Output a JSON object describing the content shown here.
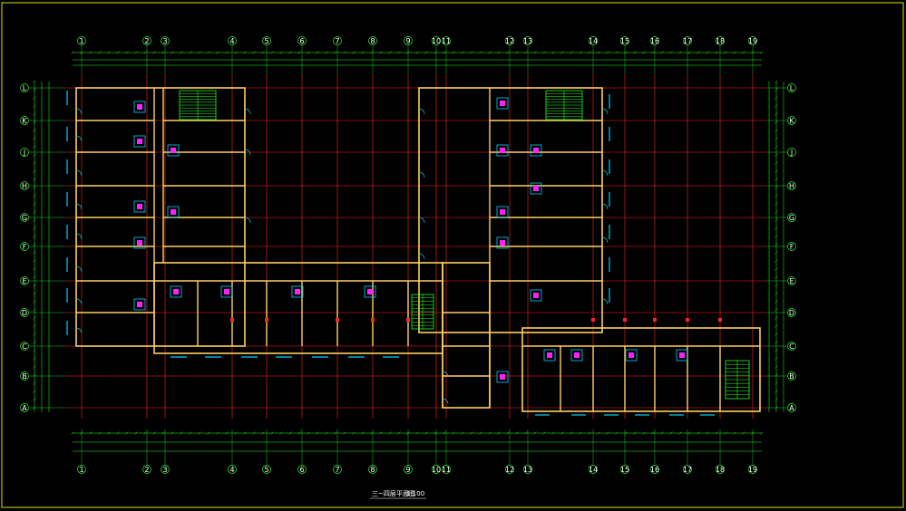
{
  "drawing": {
    "title": "三~四层平面图",
    "scale": "1:100",
    "colors": {
      "background": "#000000",
      "frame": "#e0e000",
      "axis_grid": "#ff2020",
      "walls": "#ffd060",
      "dimension": "#20ff20",
      "doors": "#00d0ff",
      "fixtures": "#ff20ff",
      "text": "#ffffff"
    },
    "column_axes": [
      "1",
      "2",
      "3",
      "4",
      "5",
      "6",
      "7",
      "8",
      "9",
      "10",
      "11",
      "12",
      "13",
      "14",
      "15",
      "16",
      "17",
      "18",
      "19"
    ],
    "row_axes": [
      "L",
      "K",
      "J",
      "H",
      "G",
      "F",
      "E",
      "D",
      "C",
      "B",
      "A"
    ]
  }
}
